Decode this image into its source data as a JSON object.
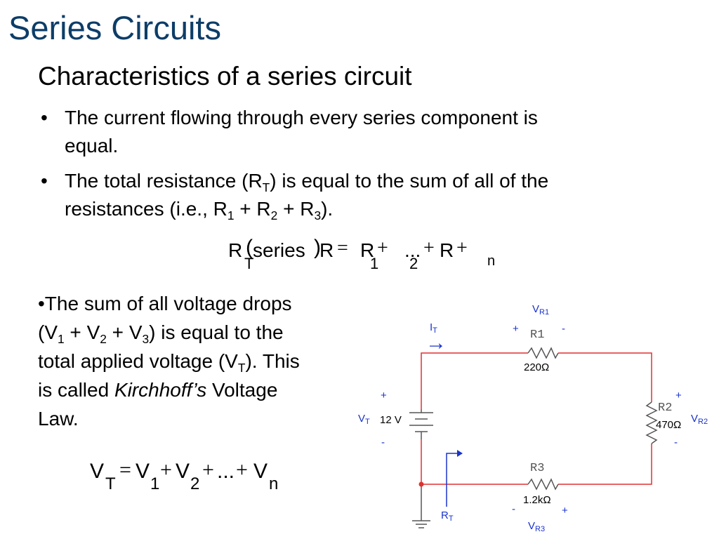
{
  "slide": {
    "title": "Series Circuits",
    "subtitle": "Characteristics of a series circuit",
    "bullet_glyph": "•",
    "bullet1": {
      "line1": "The current flowing through every series component is",
      "line2": "equal."
    },
    "bullet2": {
      "p1": "The total resistance (R",
      "sub_t": "T",
      "p2": ") is equal to the sum of all of the",
      "p3": "resistances (i.e., R",
      "sub_1": "1",
      "p4": " + R",
      "sub_2": "2",
      "p5": " + R",
      "sub_3": "3",
      "p6": ")."
    },
    "formula_rt": {
      "r_t": "R",
      "sub_t": "T",
      "open": "(",
      "series": "series",
      "close": ")",
      "eq": "R",
      "equals": "=",
      "r1": "R",
      "sub_1": "1",
      "plus1": "+",
      "r2": "R",
      "sub_2": "2",
      "plus2": "+",
      "dots": "...",
      "plus3": "+",
      "rn": "R",
      "sub_n": "n"
    },
    "voltage_para": {
      "p1": "•The sum of all voltage drops",
      "p2": "(V",
      "sub_1": "1",
      "p3": " + V",
      "sub_2": "2",
      "p4": " + V",
      "sub_3": "3",
      "p5": ") is equal to the",
      "p6": "total applied voltage (V",
      "sub_t": "T",
      "p7": "). This",
      "p8": "is called ",
      "italic": "Kirchhoff’s",
      "p9": " Voltage",
      "p10": "Law."
    },
    "formula_vt": {
      "v": "V",
      "sub_t": "T",
      "equals": "=",
      "v1": "V",
      "sub_1": "1",
      "plus1": "+",
      "v2": "V",
      "sub_2": "2",
      "plus2": "+",
      "dots": "...",
      "plus3": "+",
      "vn": "V",
      "sub_n": "n"
    }
  },
  "circuit": {
    "wire_color": "#e03030",
    "label_color": "#1a33cc",
    "component_color": "#555555",
    "r1": {
      "name": "R1",
      "value": "220Ω",
      "v_label": "V",
      "v_sub": "R1",
      "plus": "+",
      "minus": "-"
    },
    "r2": {
      "name": "R2",
      "value": "470Ω",
      "v_label": "V",
      "v_sub": "R2",
      "plus": "+",
      "minus": "-"
    },
    "r3": {
      "name": "R3",
      "value": "1.2kΩ",
      "v_label": "V",
      "v_sub": "R3",
      "plus": "+",
      "minus": "-"
    },
    "source": {
      "value": "12 V",
      "v_label": "V",
      "v_sub": "T",
      "plus": "+",
      "minus": "-"
    },
    "current": {
      "label": "I",
      "sub": "T",
      "arrow": "→"
    },
    "rt": {
      "label": "R",
      "sub": "T"
    }
  }
}
